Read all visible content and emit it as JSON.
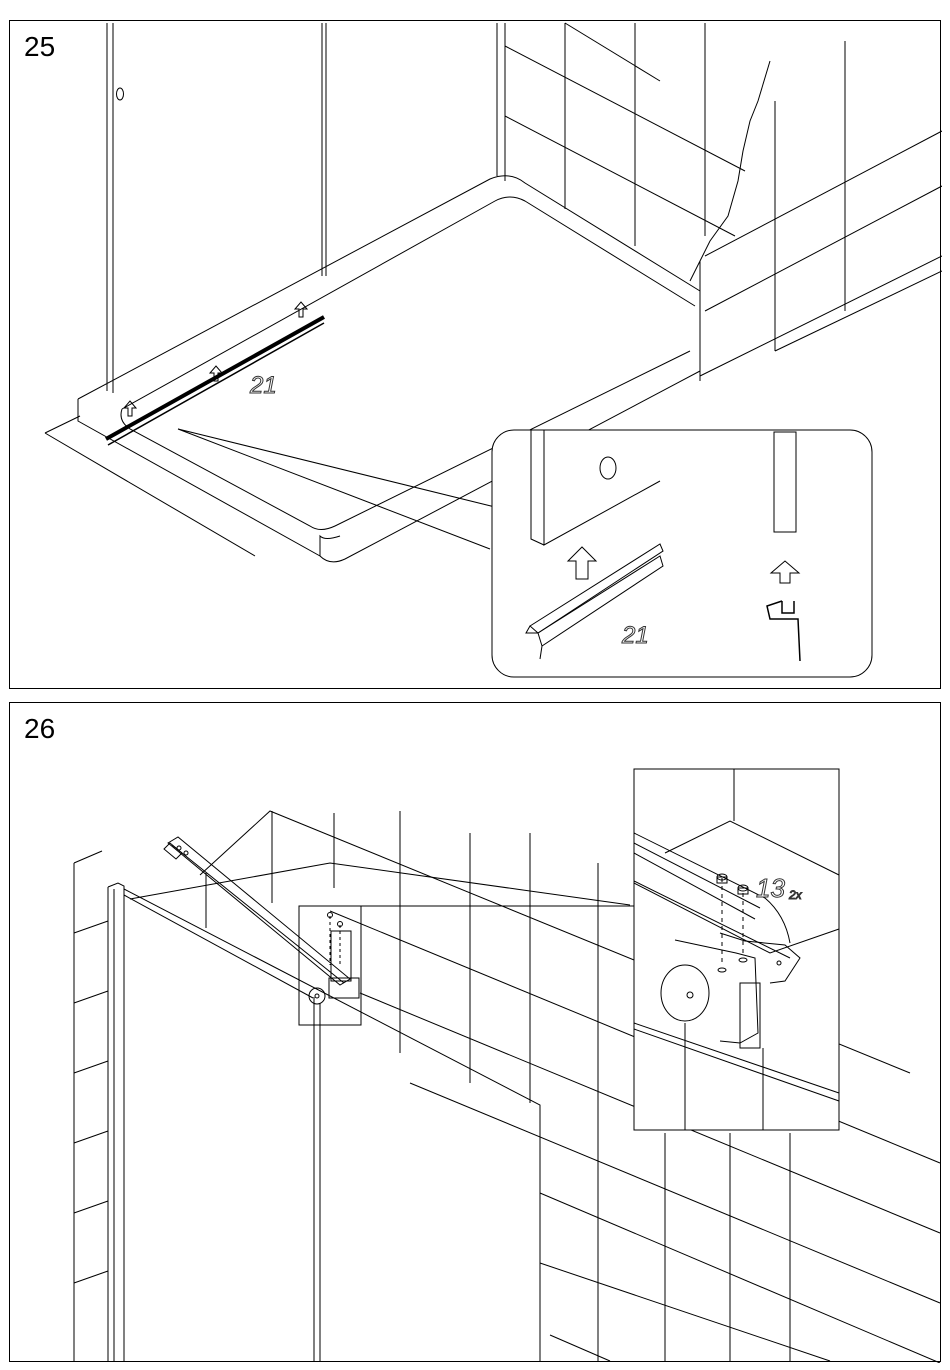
{
  "steps": [
    {
      "number": "25",
      "part_label": "21",
      "detail_part_label": "21"
    },
    {
      "number": "26",
      "part_label": "13",
      "quantity": "2x"
    }
  ]
}
